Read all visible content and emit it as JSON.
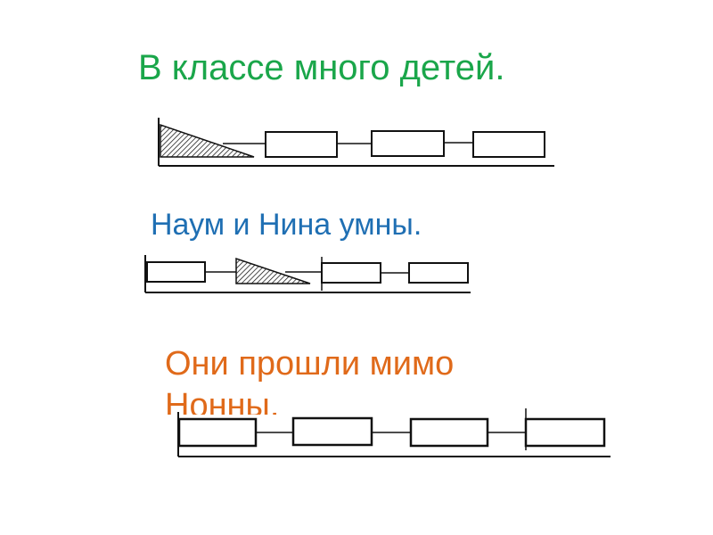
{
  "sentences": [
    {
      "text": "В классе много детей.",
      "color": "#1aa64a"
    },
    {
      "text": "Наум и Нина умны.",
      "color": "#1f6fb3"
    },
    {
      "text": "Они прошли мимо Нонны.",
      "color": "#e06a1a"
    }
  ],
  "schemes": [
    {
      "word_count": 4,
      "first_word_marked": "triangle",
      "marked_word_index": 0
    },
    {
      "word_count": 4,
      "marked_word_index": 1,
      "marked_shape": "triangle"
    },
    {
      "word_count": 4,
      "marked_word_index": null
    }
  ],
  "colors": {
    "line": "#111111",
    "hatch": "#111111"
  }
}
